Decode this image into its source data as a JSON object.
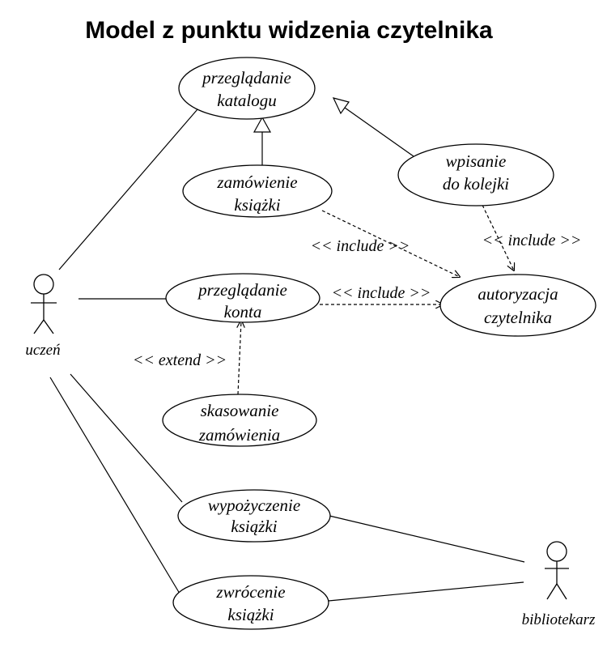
{
  "title": "Model z punktu widzenia czytelnika",
  "actors": {
    "student": "uczeń",
    "librarian": "bibliotekarz"
  },
  "use_cases": {
    "browse_catalog": [
      "przeglądanie",
      "katalogu"
    ],
    "order_book": [
      "zamówienie",
      "książki"
    ],
    "join_queue": [
      "wpisanie",
      "do kolejki"
    ],
    "browse_account": [
      "przeglądanie",
      "konta"
    ],
    "reader_auth": [
      "autoryzacja",
      "czytelnika"
    ],
    "cancel_order": [
      "skasowanie",
      "zamówienia"
    ],
    "borrow_book": [
      "wypożyczenie",
      "książki"
    ],
    "return_book": [
      "zwrócenie",
      "książki"
    ]
  },
  "relation_labels": {
    "include_order": "<< include >>",
    "include_queue": "<< include >>",
    "include_account": "<< include >>",
    "extend_cancel": "<< extend >>"
  },
  "colors": {
    "stroke": "#000000",
    "background": "#ffffff"
  }
}
